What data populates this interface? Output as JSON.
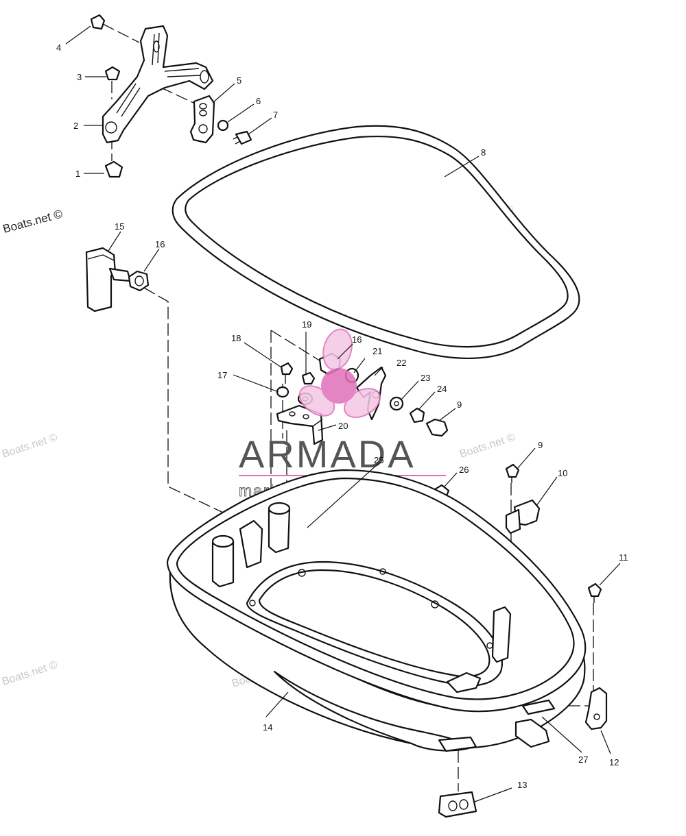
{
  "watermark": {
    "site": "Boats.net ©",
    "logo_title": "ARMADA",
    "logo_subtitle": "marine outboards",
    "logo_color": "#e06fb8"
  },
  "callouts": {
    "c1": "1",
    "c2": "2",
    "c3": "3",
    "c4": "4",
    "c5": "5",
    "c6": "6",
    "c7": "7",
    "c8": "8",
    "c9a": "9",
    "c9b": "9",
    "c10": "10",
    "c11": "11",
    "c12": "12",
    "c13": "13",
    "c14": "14",
    "c15": "15",
    "c16a": "16",
    "c16b": "16",
    "c17": "17",
    "c18": "18",
    "c19": "19",
    "c20": "20",
    "c21": "21",
    "c22": "22",
    "c23": "23",
    "c24": "24",
    "c25": "25",
    "c26": "26",
    "c27": "27"
  }
}
